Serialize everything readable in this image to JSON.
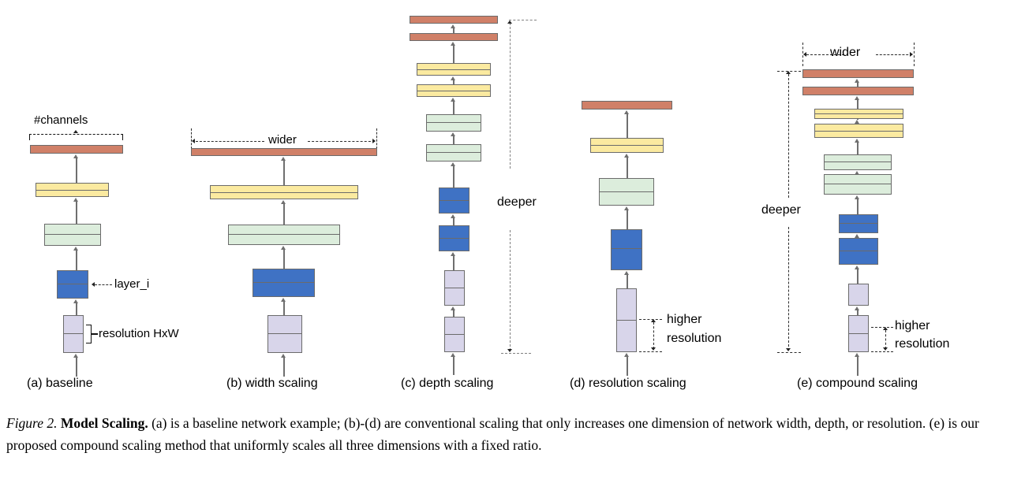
{
  "figure": {
    "number": "Figure 2.",
    "bold_title": "Model Scaling.",
    "caption_rest": " (a) is a baseline network example; (b)-(d) are conventional scaling that only increases one dimension of network width, depth, or resolution. (e) is our proposed compound scaling method that uniformly scales all three dimensions with a fixed ratio."
  },
  "colors": {
    "red": "#d08068",
    "yellow": "#fbeaa0",
    "green": "#dceddc",
    "blue": "#3f72c4",
    "lavender": "#d8d5ea",
    "stroke": "#6b6b6b",
    "arrow": "#6f6f6f",
    "dash": "#2b2b2b"
  },
  "panels": [
    {
      "id": "a",
      "caption": "(a) baseline",
      "annotations": {
        "channels": "#channels",
        "layer": "layer_i",
        "resolution": "resolution HxW"
      }
    },
    {
      "id": "b",
      "caption": "(b) width scaling",
      "annotations": {
        "wider": "wider"
      }
    },
    {
      "id": "c",
      "caption": "(c) depth scaling",
      "annotations": {
        "deeper": "deeper"
      }
    },
    {
      "id": "d",
      "caption": "(d) resolution scaling",
      "annotations": {
        "higher": "higher",
        "resolution": "resolution"
      }
    },
    {
      "id": "e",
      "caption": "(e) compound scaling",
      "annotations": {
        "wider": "wider",
        "deeper": "deeper",
        "higher": "higher",
        "resolution": "resolution"
      }
    }
  ]
}
